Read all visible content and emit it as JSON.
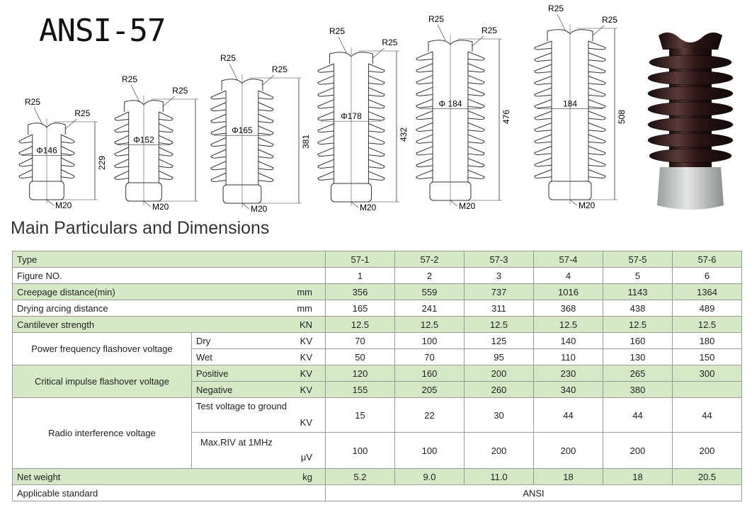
{
  "title": "ANSI-57",
  "section_title": "Main Particulars and Dimensions",
  "drawings": [
    {
      "dia": "Φ146",
      "height": "229",
      "r_left": "R25",
      "r_right": "R25",
      "thread": "M20"
    },
    {
      "dia": "Φ152",
      "height": "",
      "r_left": "R25",
      "r_right": "R25",
      "thread": "M20"
    },
    {
      "dia": "Φ165",
      "height": "381",
      "r_left": "R25",
      "r_right": "R25",
      "thread": "M20"
    },
    {
      "dia": "Φ178",
      "height": "432",
      "r_left": "R25",
      "r_right": "R25",
      "thread": "M20"
    },
    {
      "dia": "Φ 184",
      "height": "476",
      "r_left": "R25",
      "r_right": "R25",
      "thread": "M20"
    },
    {
      "dia": "184",
      "height": "508",
      "r_left": "R25",
      "r_right": "R25",
      "thread": "M20"
    }
  ],
  "table": {
    "type_label": "Type",
    "types": [
      "57-1",
      "57-2",
      "57-3",
      "57-4",
      "57-5",
      "57-6"
    ],
    "figure_label": "Figure NO.",
    "figures": [
      "1",
      "2",
      "3",
      "4",
      "5",
      "6"
    ],
    "creepage": {
      "label": "Creepage distance(min)",
      "unit": "mm",
      "values": [
        "356",
        "559",
        "737",
        "1016",
        "1143",
        "1364"
      ]
    },
    "arcing": {
      "label": "Drying arcing distance",
      "unit": "mm",
      "values": [
        "165",
        "241",
        "311",
        "368",
        "438",
        "489"
      ]
    },
    "cantilever": {
      "label": "Cantilever strength",
      "unit": "KN",
      "values": [
        "12.5",
        "12.5",
        "12.5",
        "12.5",
        "12.5",
        "12.5"
      ]
    },
    "pf": {
      "label": "Power frequency flashover voltage",
      "dry": {
        "label": "Dry",
        "unit": "KV",
        "values": [
          "70",
          "100",
          "125",
          "140",
          "160",
          "180"
        ]
      },
      "wet": {
        "label": "Wet",
        "unit": "KV",
        "values": [
          "50",
          "70",
          "95",
          "110",
          "130",
          "150"
        ]
      }
    },
    "ci": {
      "label": "Critical impulse flashover voltage",
      "pos": {
        "label": "Positive",
        "unit": "KV",
        "values": [
          "120",
          "160",
          "200",
          "230",
          "265",
          "300"
        ]
      },
      "neg": {
        "label": "Negative",
        "unit": "KV",
        "values": [
          "155",
          "205",
          "260",
          "340",
          "380",
          ""
        ]
      }
    },
    "ri": {
      "label": "Radio interference voltage",
      "test": {
        "label": "Test voltage to ground",
        "unit": "KV",
        "values": [
          "15",
          "22",
          "30",
          "44",
          "44",
          "44"
        ]
      },
      "riv": {
        "label": "Max.RIV at 1MHz",
        "unit": "μV",
        "values": [
          "100",
          "100",
          "200",
          "200",
          "200",
          "200"
        ]
      }
    },
    "weight": {
      "label": "Net weight",
      "unit": "kg",
      "values": [
        "5.2",
        "9.0",
        "11.0",
        "18",
        "18",
        "20.5"
      ]
    },
    "standard": {
      "label": "Applicable standard",
      "value": "ANSI"
    }
  }
}
